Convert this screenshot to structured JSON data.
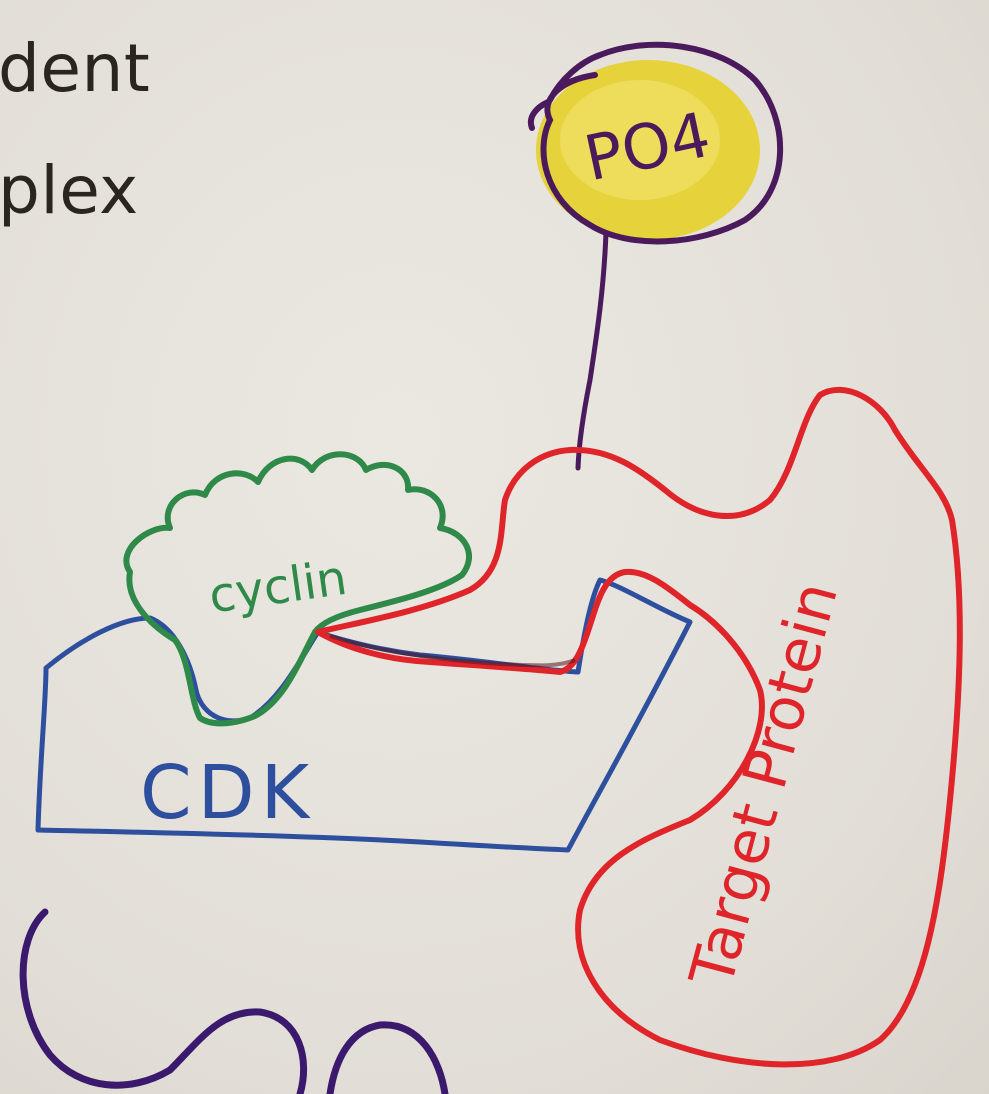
{
  "slide_text": {
    "line1": "dent",
    "line2": "plex"
  },
  "labels": {
    "phosphate": "PO4",
    "cyclin": "cyclin",
    "cdk": "CDK",
    "target": "Target Protein"
  },
  "colors": {
    "paper": "#e4e1da",
    "ink_text": "#2a2520",
    "cyclin_green": "#2f8a4a",
    "cdk_blue": "#2d4f9e",
    "target_red": "#e0252a",
    "phosphate_purple": "#4a1a5c",
    "phosphate_fill": "#e6d23a",
    "stray_purple": "#3b1a6e"
  },
  "icons": [
    "phosphate-circle",
    "cyclin-cloud",
    "cdk-block",
    "target-protein-loop"
  ]
}
